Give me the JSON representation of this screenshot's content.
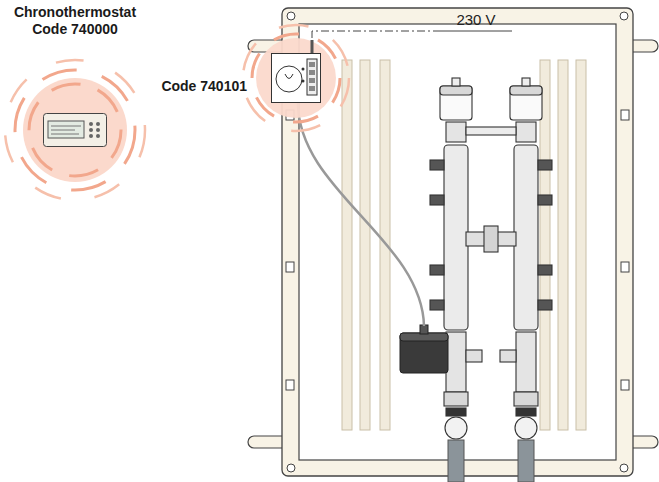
{
  "diagram": {
    "nodes": [
      {
        "text": [
          "Chronothermostat Code 740000"
        ]
      },
      {
        "text": [
          "Code 740101"
        ]
      }
    ],
    "labels": [
      "230 V"
    ]
  }
}
